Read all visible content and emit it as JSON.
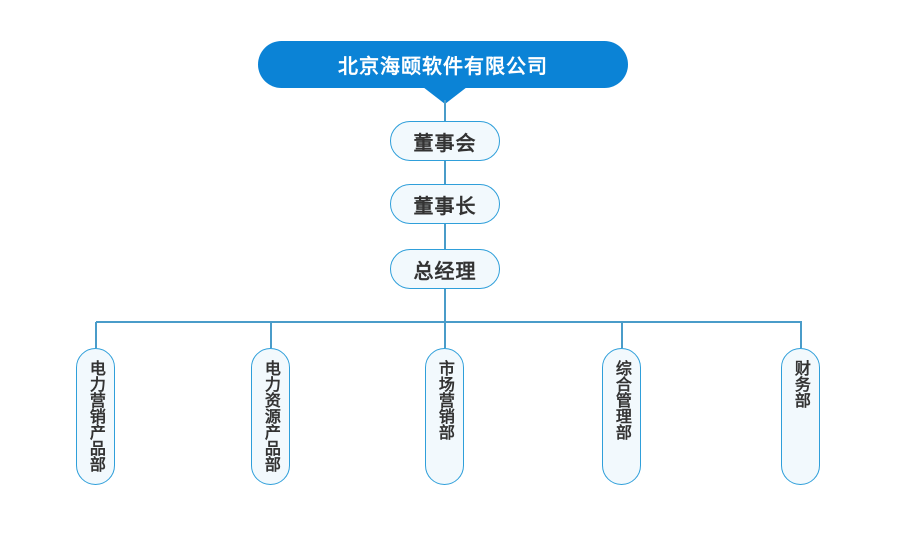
{
  "colors": {
    "brand_blue": "#0b83d6",
    "node_border": "#2f9fda",
    "node_fill": "#f2f9fd",
    "connector_line": "#4a9cc9",
    "node_text": "#333333",
    "root_text": "#ffffff",
    "background": "#ffffff"
  },
  "root": {
    "label": "北京海颐软件有限公司"
  },
  "levels": [
    {
      "label": "董事会"
    },
    {
      "label": "董事长"
    },
    {
      "label": "总经理"
    }
  ],
  "departments": [
    {
      "label": "电力营销产品部"
    },
    {
      "label": "电力资源产品部"
    },
    {
      "label": "市场营销部"
    },
    {
      "label": "综合管理部"
    },
    {
      "label": "财务部"
    }
  ]
}
